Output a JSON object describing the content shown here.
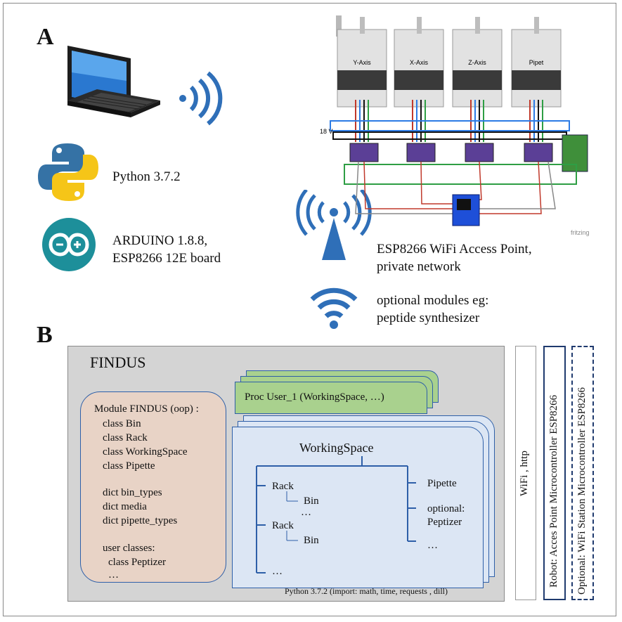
{
  "panel_a": {
    "letter": "A",
    "python_label": "Python 3.7.2",
    "arduino_label_1": "ARDUINO 1.8.8,",
    "arduino_label_2": "ESP8266 12E board",
    "ap_label_1": "ESP8266 WiFi Access Point,",
    "ap_label_2": "private network",
    "optional_label_1": "optional modules eg:",
    "optional_label_2": "peptide synthesizer",
    "voltage_label": "18 V",
    "fritzing_label": "fritzing",
    "motors": [
      "Y-Axis",
      "X-Axis",
      "Z-Axis",
      "Pipet"
    ]
  },
  "panel_b": {
    "letter": "B",
    "findus_title": "FINDUS",
    "proc_user": "Proc User_1 (WorkingSpace, …)",
    "module_lines": [
      "Module FINDUS (oop) :",
      "class Bin",
      "class Rack",
      "class WorkingSpace",
      "class Pipette",
      "",
      "dict bin_types",
      "dict media",
      "dict pipette_types",
      "",
      "user classes:",
      "class Peptizer",
      "…"
    ],
    "workingspace_title": "WorkingSpace",
    "tree": {
      "rack1": "Rack",
      "bin1": "Bin",
      "ellipsis1": "…",
      "rack2": "Rack",
      "bin2": "Bin",
      "ellipsis_bottom": "…",
      "pipette": "Pipette",
      "optional": "optional:",
      "peptizer": "Peptizer",
      "ellipsis_right": "…"
    },
    "python_footer": "Python 3.7.2  (import: math, time, requests , dill)",
    "wifi_http": "WiFi , http",
    "robot_label": "Robot: Acces Point  Microcontroller ESP8266",
    "optional_station": "Optional: WiFi Station Microcontroller ESP8266"
  },
  "colors": {
    "wifi_blue": "#2f6fb8",
    "findus_bg": "#d4d4d4",
    "module_bg": "#e8d3c6",
    "proc_bg": "#a9d18e",
    "ws_bg": "#dce6f4",
    "tree_line": "#2e5fa8",
    "robot_border": "#1f3a6e"
  }
}
